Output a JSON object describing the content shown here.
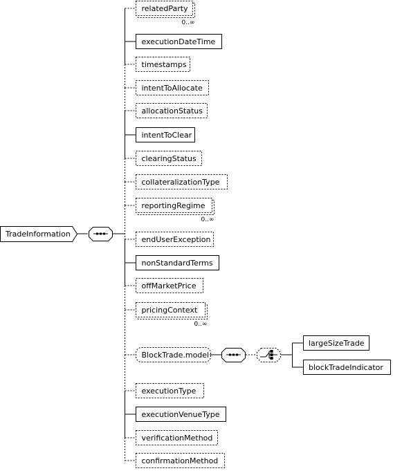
{
  "root": {
    "label": "TradeInformation"
  },
  "elements": [
    {
      "label": "relatedParty",
      "optional": true,
      "cardinality": "0..∞",
      "stacked": true
    },
    {
      "label": "executionDateTime",
      "optional": false
    },
    {
      "label": "timestamps",
      "optional": true
    },
    {
      "label": "intentToAllocate",
      "optional": true
    },
    {
      "label": "allocationStatus",
      "optional": true
    },
    {
      "label": "intentToClear",
      "optional": false
    },
    {
      "label": "clearingStatus",
      "optional": true
    },
    {
      "label": "collateralizationType",
      "optional": true
    },
    {
      "label": "reportingRegime",
      "optional": true,
      "cardinality": "0..∞",
      "stacked": true
    },
    {
      "label": "endUserException",
      "optional": true
    },
    {
      "label": "nonStandardTerms",
      "optional": false
    },
    {
      "label": "offMarketPrice",
      "optional": true
    },
    {
      "label": "pricingContext",
      "optional": true,
      "cardinality": "0..∞",
      "stacked": true
    },
    {
      "label": "BlockTrade.model",
      "optional": true,
      "group": true
    },
    {
      "label": "executionType",
      "optional": true
    },
    {
      "label": "executionVenueType",
      "optional": false
    },
    {
      "label": "verificationMethod",
      "optional": true
    },
    {
      "label": "confirmationMethod",
      "optional": true
    }
  ],
  "block_trade_children": [
    {
      "label": "largeSizeTrade",
      "optional": false
    },
    {
      "label": "blockTradeIndicator",
      "optional": false
    }
  ]
}
